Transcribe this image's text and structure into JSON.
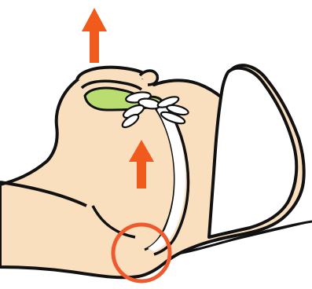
{
  "diagram": {
    "colors": {
      "background": "#ffffff",
      "skin": "#f9dfbe",
      "outline": "#111111",
      "gland": "#b9dd6e",
      "arrow": "#f05a1c",
      "highlight_circle": "#ee5a2e",
      "pillow": "#ffffff"
    },
    "arrows": [
      {
        "name": "upward-arrow-top",
        "direction": "up"
      },
      {
        "name": "upward-arrow-middle",
        "direction": "up"
      }
    ],
    "highlight": {
      "shape": "circle",
      "name": "obstruction-highlight-circle"
    }
  }
}
